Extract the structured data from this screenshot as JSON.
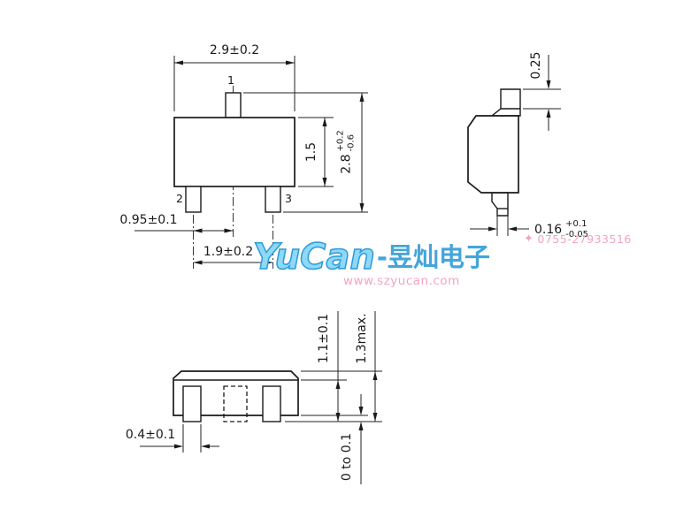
{
  "front_view": {
    "dim_width": "2.9±0.2",
    "dim_body_height": "1.5",
    "dim_total_height": "2.8",
    "dim_total_height_tol_plus": "+0.2",
    "dim_total_height_tol_minus": "-0.6",
    "dim_lead_pitch": "0.95±0.1",
    "dim_lead_span": "1.9±0.2",
    "pin1_label": "1",
    "pin2_label": "2",
    "pin3_label": "3"
  },
  "side_view": {
    "dim_lead_tip": "0.25",
    "dim_lead_thickness": "0.16",
    "dim_lead_thickness_tol_plus": "+0.1",
    "dim_lead_thickness_tol_minus": "-0.05"
  },
  "bottom_view": {
    "dim_body_thickness": "1.1±0.1",
    "dim_max_height": "1.3max.",
    "dim_lead_width": "0.4±0.1",
    "dim_standoff": "0 to 0.1"
  },
  "watermark": {
    "star": "✦",
    "phone": "0755-27933516",
    "brand_latin": "YuCan",
    "brand_cjk": "-昱灿电子",
    "url": "www.szyucan.com",
    "colors": {
      "pink": "#f2a3c6",
      "blue_fill": "#8ed8f8",
      "blue_stroke": "#2e9bd6",
      "blue_cjk": "#44a5da"
    }
  }
}
